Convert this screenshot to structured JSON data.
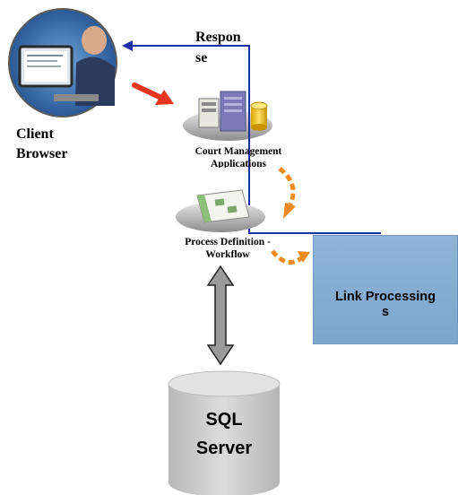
{
  "labels": {
    "response_line1": "Respon",
    "response_line2": "se",
    "client_line1": "Client",
    "client_line2": "Browser",
    "court_line1": "Court Management",
    "court_line2": "Applications",
    "process_line1": "Process Definition -",
    "process_line2": "Workflow",
    "link_line1": "Link Processing",
    "link_line2": "s",
    "sql_line1": "SQL",
    "sql_line2": "Server"
  },
  "colors": {
    "response_line": "#1f2fa8",
    "red_arrow": "#e8351e",
    "orange_arrows": "#ee8a1f",
    "link_box": "#88aed3",
    "cylinder": "#c9c9c9",
    "double_arrow": "#9a9a9a"
  }
}
